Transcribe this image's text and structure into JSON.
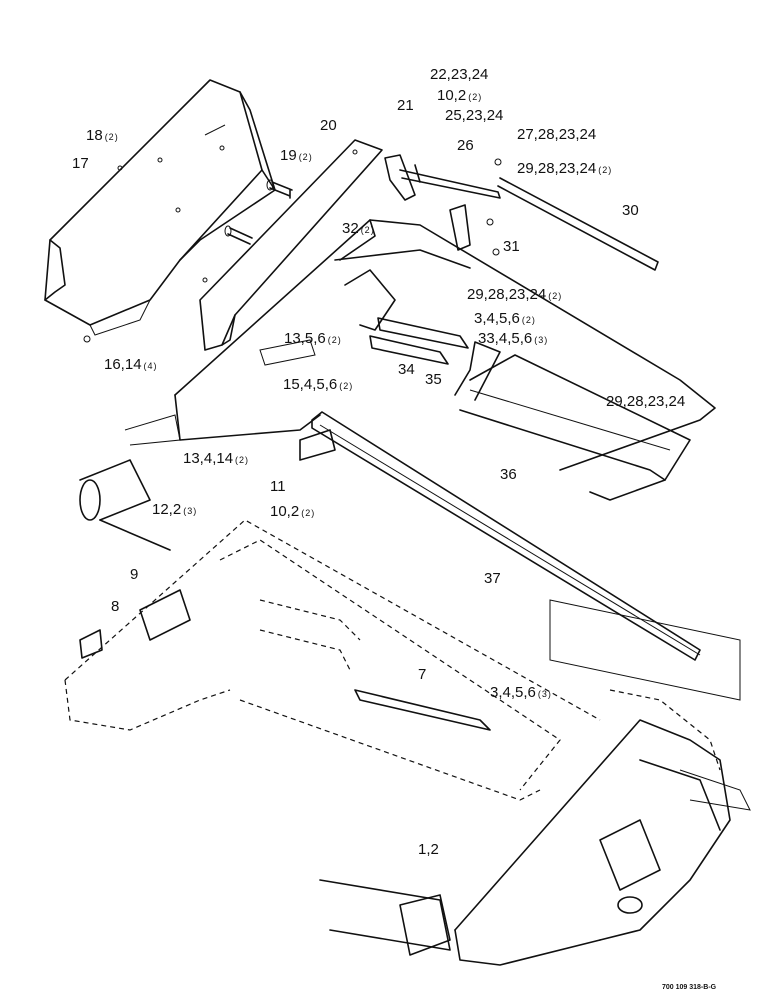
{
  "drawing_number": "700 109 318-B-G",
  "callouts": [
    {
      "id": "c-22-23-24",
      "text": "22,23,24",
      "qty": ""
    },
    {
      "id": "c-10-2-top",
      "text": "10,2",
      "qty": "(2)"
    },
    {
      "id": "c-21",
      "text": "21",
      "qty": ""
    },
    {
      "id": "c-25-23-24",
      "text": "25,23,24",
      "qty": ""
    },
    {
      "id": "c-20",
      "text": "20",
      "qty": ""
    },
    {
      "id": "c-18",
      "text": "18",
      "qty": "(2)"
    },
    {
      "id": "c-27-28-23-24",
      "text": "27,28,23,24",
      "qty": ""
    },
    {
      "id": "c-26",
      "text": "26",
      "qty": ""
    },
    {
      "id": "c-19",
      "text": "19",
      "qty": "(2)"
    },
    {
      "id": "c-17",
      "text": "17",
      "qty": ""
    },
    {
      "id": "c-29-28-23-24-top",
      "text": "29,28,23,24",
      "qty": "(2)"
    },
    {
      "id": "c-30",
      "text": "30",
      "qty": ""
    },
    {
      "id": "c-32",
      "text": "32",
      "qty": "(2)"
    },
    {
      "id": "c-31",
      "text": "31",
      "qty": ""
    },
    {
      "id": "c-29-28-23-24-mid",
      "text": "29,28,23,24",
      "qty": "(2)"
    },
    {
      "id": "c-3-4-5-6-top",
      "text": "3,4,5,6",
      "qty": "(2)"
    },
    {
      "id": "c-13-5-6",
      "text": "13,5,6",
      "qty": "(2)"
    },
    {
      "id": "c-33-4-5-6",
      "text": "33,4,5,6",
      "qty": "(3)"
    },
    {
      "id": "c-16-14",
      "text": "16,14",
      "qty": "(4)"
    },
    {
      "id": "c-34",
      "text": "34",
      "qty": ""
    },
    {
      "id": "c-35",
      "text": "35",
      "qty": ""
    },
    {
      "id": "c-15-4-5-6",
      "text": "15,4,5,6",
      "qty": "(2)"
    },
    {
      "id": "c-29-28-23-24-right",
      "text": "29,28,23,24",
      "qty": ""
    },
    {
      "id": "c-13-4-14",
      "text": "13,4,14",
      "qty": "(2)"
    },
    {
      "id": "c-36",
      "text": "36",
      "qty": ""
    },
    {
      "id": "c-11",
      "text": "11",
      "qty": ""
    },
    {
      "id": "c-12-2",
      "text": "12,2",
      "qty": "(3)"
    },
    {
      "id": "c-10-2-bottom",
      "text": "10,2",
      "qty": "(2)"
    },
    {
      "id": "c-9",
      "text": "9",
      "qty": ""
    },
    {
      "id": "c-37",
      "text": "37",
      "qty": ""
    },
    {
      "id": "c-8",
      "text": "8",
      "qty": ""
    },
    {
      "id": "c-7",
      "text": "7",
      "qty": ""
    },
    {
      "id": "c-3-4-5-6-bottom",
      "text": "3,4,5,6",
      "qty": "(3)"
    },
    {
      "id": "c-1-2",
      "text": "1,2",
      "qty": ""
    }
  ]
}
